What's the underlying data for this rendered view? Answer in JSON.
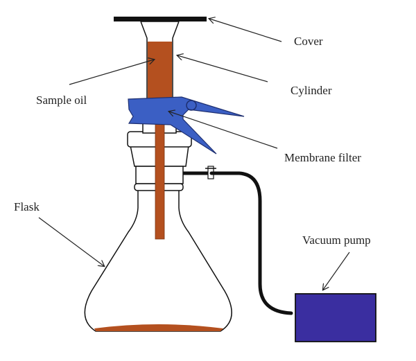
{
  "labels": {
    "cover": "Cover",
    "cylinder": "Cylinder",
    "sample_oil": "Sample oil",
    "membrane_filter": "Membrane filter",
    "flask": "Flask",
    "vacuum_pump": "Vacuum pump"
  },
  "colors": {
    "oil": "#b4501f",
    "clamp": "#3b5fc4",
    "membrane": "#e23b2e",
    "pump": "#3a2ea0",
    "outline": "#111111"
  }
}
